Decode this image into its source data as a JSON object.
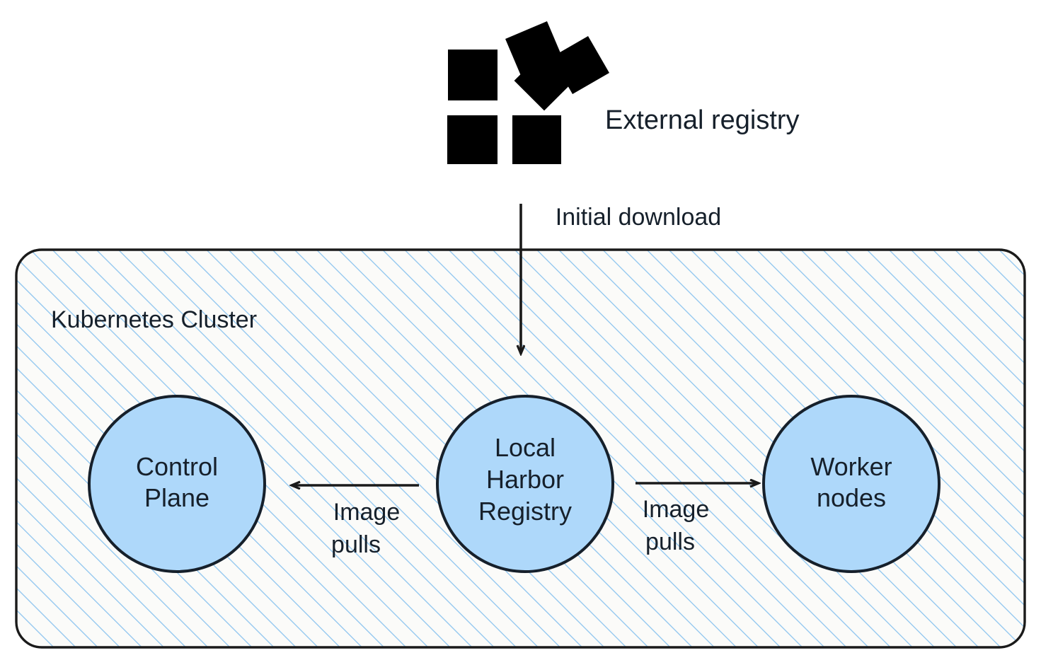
{
  "diagram": {
    "title_absent": true,
    "background_color": "#ffffff",
    "external": {
      "icon_name": "container-registry-icon",
      "icon_color": "#000000",
      "label": "External registry"
    },
    "edges": [
      {
        "id": "initial-download",
        "label": "Initial download",
        "from": "external-registry",
        "to": "local-harbor-registry",
        "direction": "down"
      },
      {
        "id": "image-pulls-left",
        "label_line1": "Image",
        "label_line2": "pulls",
        "from": "local-harbor-registry",
        "to": "control-plane",
        "direction": "left"
      },
      {
        "id": "image-pulls-right",
        "label_line1": "Image",
        "label_line2": "pulls",
        "from": "local-harbor-registry",
        "to": "worker-nodes",
        "direction": "right"
      }
    ],
    "cluster": {
      "label": "Kubernetes Cluster",
      "fill_color": "#fbfbf9",
      "hatch_color": "#8ec5ef",
      "border_color": "#1a1a1a",
      "nodes": [
        {
          "id": "control-plane",
          "line1": "Control",
          "line2": "Plane",
          "line3": "",
          "fill_color": "#aed8fa",
          "stroke_color": "#16202b"
        },
        {
          "id": "local-harbor-registry",
          "line1": "Local",
          "line2": "Harbor",
          "line3": "Registry",
          "fill_color": "#aed8fa",
          "stroke_color": "#16202b"
        },
        {
          "id": "worker-nodes",
          "line1": "Worker",
          "line2": "nodes",
          "line3": "",
          "fill_color": "#aed8fa",
          "stroke_color": "#16202b"
        }
      ]
    }
  }
}
